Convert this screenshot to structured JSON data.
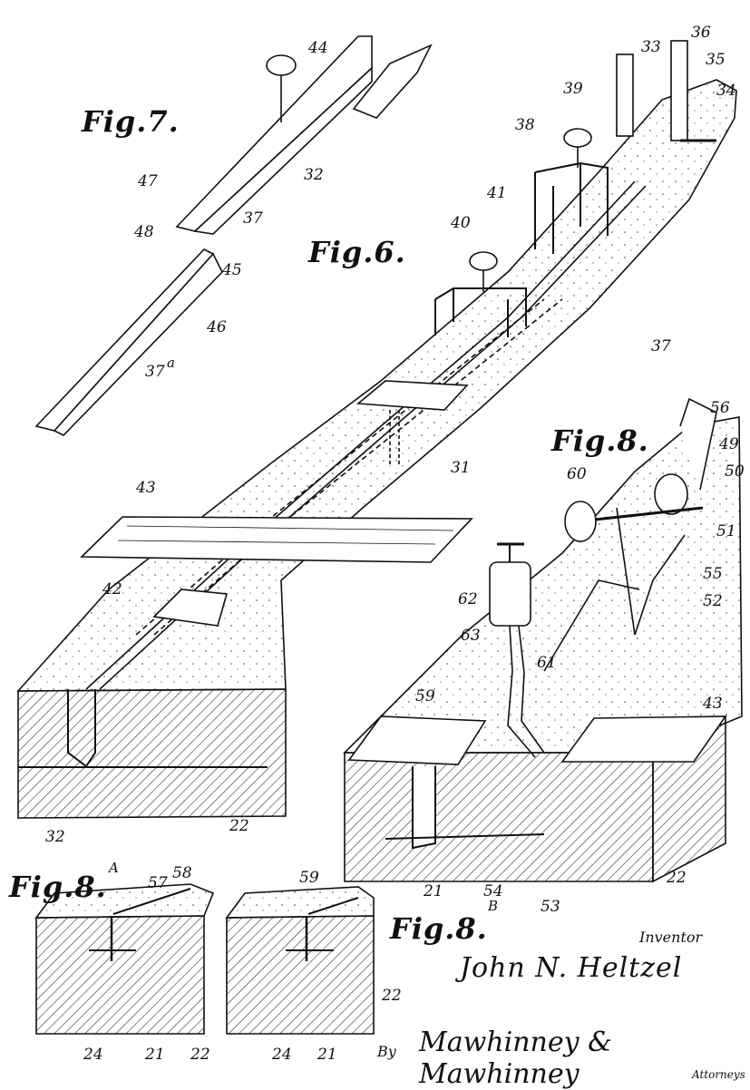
{
  "figures": {
    "fig7": "Fig.7.",
    "fig6": "Fig.6.",
    "fig8": "Fig.8.",
    "fig8a": "Fig.8.",
    "fig8a_sup": "A",
    "fig8b": "Fig.8.",
    "fig8b_sup": "B"
  },
  "reference_numerals": {
    "n44": "44",
    "n32_top": "32",
    "n47": "47",
    "n37_top": "37",
    "n48": "48",
    "n45": "45",
    "n46": "46",
    "n37a": "37",
    "n37a_sup": "a",
    "n33": "33",
    "n36": "36",
    "n35": "35",
    "n34": "34",
    "n39": "39",
    "n38": "38",
    "n41": "41",
    "n40": "40",
    "n37_mid": "37",
    "n31": "31",
    "n56": "56",
    "n49": "49",
    "n50": "50",
    "n60": "60",
    "n51": "51",
    "n43_top": "43",
    "n42": "42",
    "n55": "55",
    "n52": "52",
    "n62": "62",
    "n63": "63",
    "n61": "61",
    "n59_mid": "59",
    "n43_right": "43",
    "n32_bottom": "32",
    "n22_left": "22",
    "n21_mid": "21",
    "n54": "54",
    "n54_sup": "B",
    "n53": "53",
    "n22_right": "22",
    "n57": "57",
    "n58": "58",
    "n59_bottom": "59",
    "n24_left": "24",
    "n21_left": "21",
    "n22_a": "22",
    "n24_right": "24",
    "n21_right": "21",
    "n22_b": "22"
  },
  "inventor": {
    "label": "Inventor",
    "name": "John N. Heltzel"
  },
  "attorney": {
    "by": "By",
    "signature": "Mawhinney & Mawhinney",
    "label": "Attorneys"
  }
}
